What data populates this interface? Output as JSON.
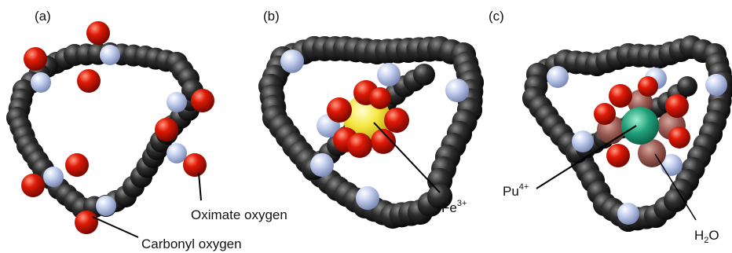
{
  "panels": [
    {
      "id": "a",
      "label": "(a)"
    },
    {
      "id": "b",
      "label": "(b)"
    },
    {
      "id": "c",
      "label": "(c)"
    }
  ],
  "annotations": {
    "oximate": "Oximate oxygen",
    "carbonyl": "Carbonyl oxygen",
    "fe_base": "Fe",
    "fe_charge": "3+",
    "pu_base": "Pu",
    "pu_charge": "4+",
    "h2o_h": "H",
    "h2o_sub": "2",
    "h2o_o": "O"
  },
  "colors": {
    "carbon": "#2a2a2a",
    "oxygen": "#d81a0a",
    "nitrogen": "#b9c6e6",
    "iron": "#f2e23a",
    "plutonium": "#1f9e78",
    "water": "#9a5a52"
  }
}
